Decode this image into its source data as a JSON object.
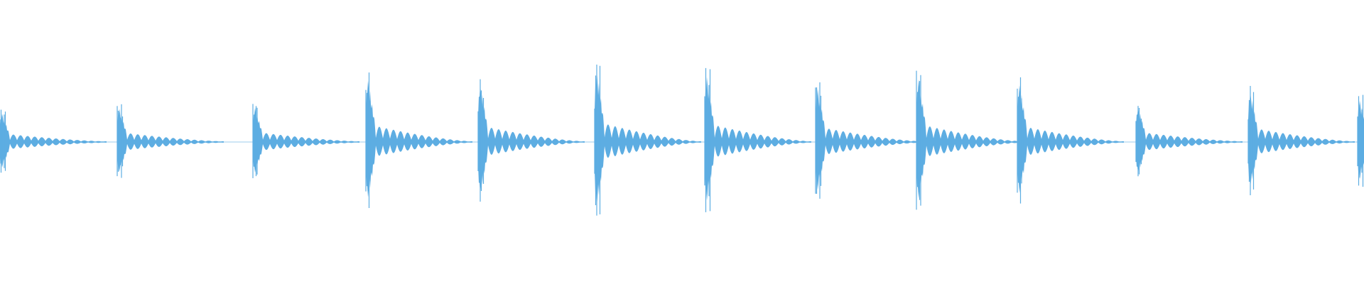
{
  "waveform": {
    "color": "#5DADE2",
    "background": "#ffffff",
    "duration_frames": 1920,
    "hits": [
      {
        "t": 0.0,
        "amp": 0.24
      },
      {
        "t": 0.0857,
        "amp": 0.28
      },
      {
        "t": 0.1853,
        "amp": 0.29
      },
      {
        "t": 0.268,
        "amp": 0.52
      },
      {
        "t": 0.3505,
        "amp": 0.48
      },
      {
        "t": 0.4357,
        "amp": 0.6
      },
      {
        "t": 0.5165,
        "amp": 0.55
      },
      {
        "t": 0.598,
        "amp": 0.45
      },
      {
        "t": 0.6717,
        "amp": 0.53
      },
      {
        "t": 0.746,
        "amp": 0.48
      },
      {
        "t": 0.833,
        "amp": 0.29
      },
      {
        "t": 0.9153,
        "amp": 0.42
      },
      {
        "t": 0.9955,
        "amp": 0.35
      }
    ]
  }
}
